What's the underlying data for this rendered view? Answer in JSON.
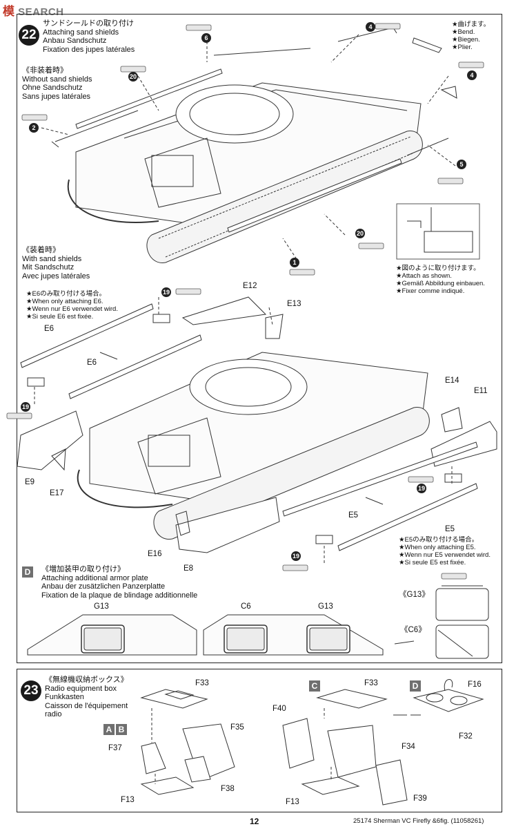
{
  "watermark": {
    "text_a": "模",
    "text_b": "SEARCH",
    "sub": ""
  },
  "step22": {
    "number": "22",
    "title_jp": "サンドシールドの取り付け",
    "title_en": "Attaching sand shields",
    "title_de": "Anbau Sandschutz",
    "title_fr": "Fixation des jupes latérales",
    "without_jp": "《非装着時》",
    "without_en": "Without sand shields",
    "without_de": "Ohne Sandschutz",
    "without_fr": "Sans jupes latérales",
    "with_jp": "《装着時》",
    "with_en": "With sand shields",
    "with_de": "Mit Sandschutz",
    "with_fr": "Avec jupes latérales",
    "bend_lines": [
      "★曲げます。",
      "★Bend.",
      "★Biegen.",
      "★Plier."
    ],
    "attach_lines": [
      "★図のように取り付けます。",
      "★Attach as shown.",
      "★Gemäß Abbildung einbauen.",
      "★Fixer comme indiqué."
    ],
    "e6_lines": [
      "★E6のみ取り付ける場合。",
      "★When only attaching E6.",
      "★Wenn nur E6 verwendet wird.",
      "★Si seule E6 est fixée."
    ],
    "e5_lines": [
      "★E5のみ取り付ける場合。",
      "★When only attaching E5.",
      "★Wenn nur E5 verwendet wird.",
      "★Si seule E5 est fixée."
    ],
    "parts": {
      "e12": "E12",
      "e13": "E13",
      "e6a": "E6",
      "e6b": "E6",
      "e14": "E14",
      "e11": "E11",
      "e9": "E9",
      "e17": "E17",
      "e5a": "E5",
      "e5b": "E5",
      "e16": "E16",
      "e8": "E8"
    },
    "callouts": {
      "c6": "6",
      "c4a": "4",
      "c4b": "4",
      "c20a": "20",
      "c20b": "20",
      "c2": "2",
      "c5": "5",
      "c1": "1",
      "c19a": "19",
      "c19b": "19",
      "c19c": "19",
      "c19d": "19"
    }
  },
  "section_d": {
    "letter": "D",
    "title_jp": "《増加装甲の取り付け》",
    "title_en": "Attaching additional armor plate",
    "title_de": "Anbau der zusätzlichen Panzerplatte",
    "title_fr": "Fixation de la plaque de blindage additionnelle",
    "plates": {
      "g13a": "G13",
      "c6": "C6",
      "g13b": "G13"
    },
    "detail_g13": "《G13》",
    "detail_c6": "《C6》"
  },
  "step23": {
    "number": "23",
    "title_jp": "《無線機収納ボックス》",
    "title_en": "Radio equipment box",
    "title_de": "Funkkasten",
    "title_fr": "Caisson de l'équipement",
    "title_fr2": "radio",
    "variant_a": "A",
    "variant_b": "B",
    "variant_c": "C",
    "variant_d": "D",
    "parts": {
      "f33a": "F33",
      "f35": "F35",
      "f37": "F37",
      "f38": "F38",
      "f13a": "F13",
      "f33b": "F33",
      "f40": "F40",
      "f34": "F34",
      "f39": "F39",
      "f13b": "F13",
      "f16": "F16",
      "f32": "F32"
    }
  },
  "footer": {
    "page": "12",
    "code": "25174",
    "product": "Sherman VC Firefly &6fig.",
    "ref": "(11058261)"
  }
}
